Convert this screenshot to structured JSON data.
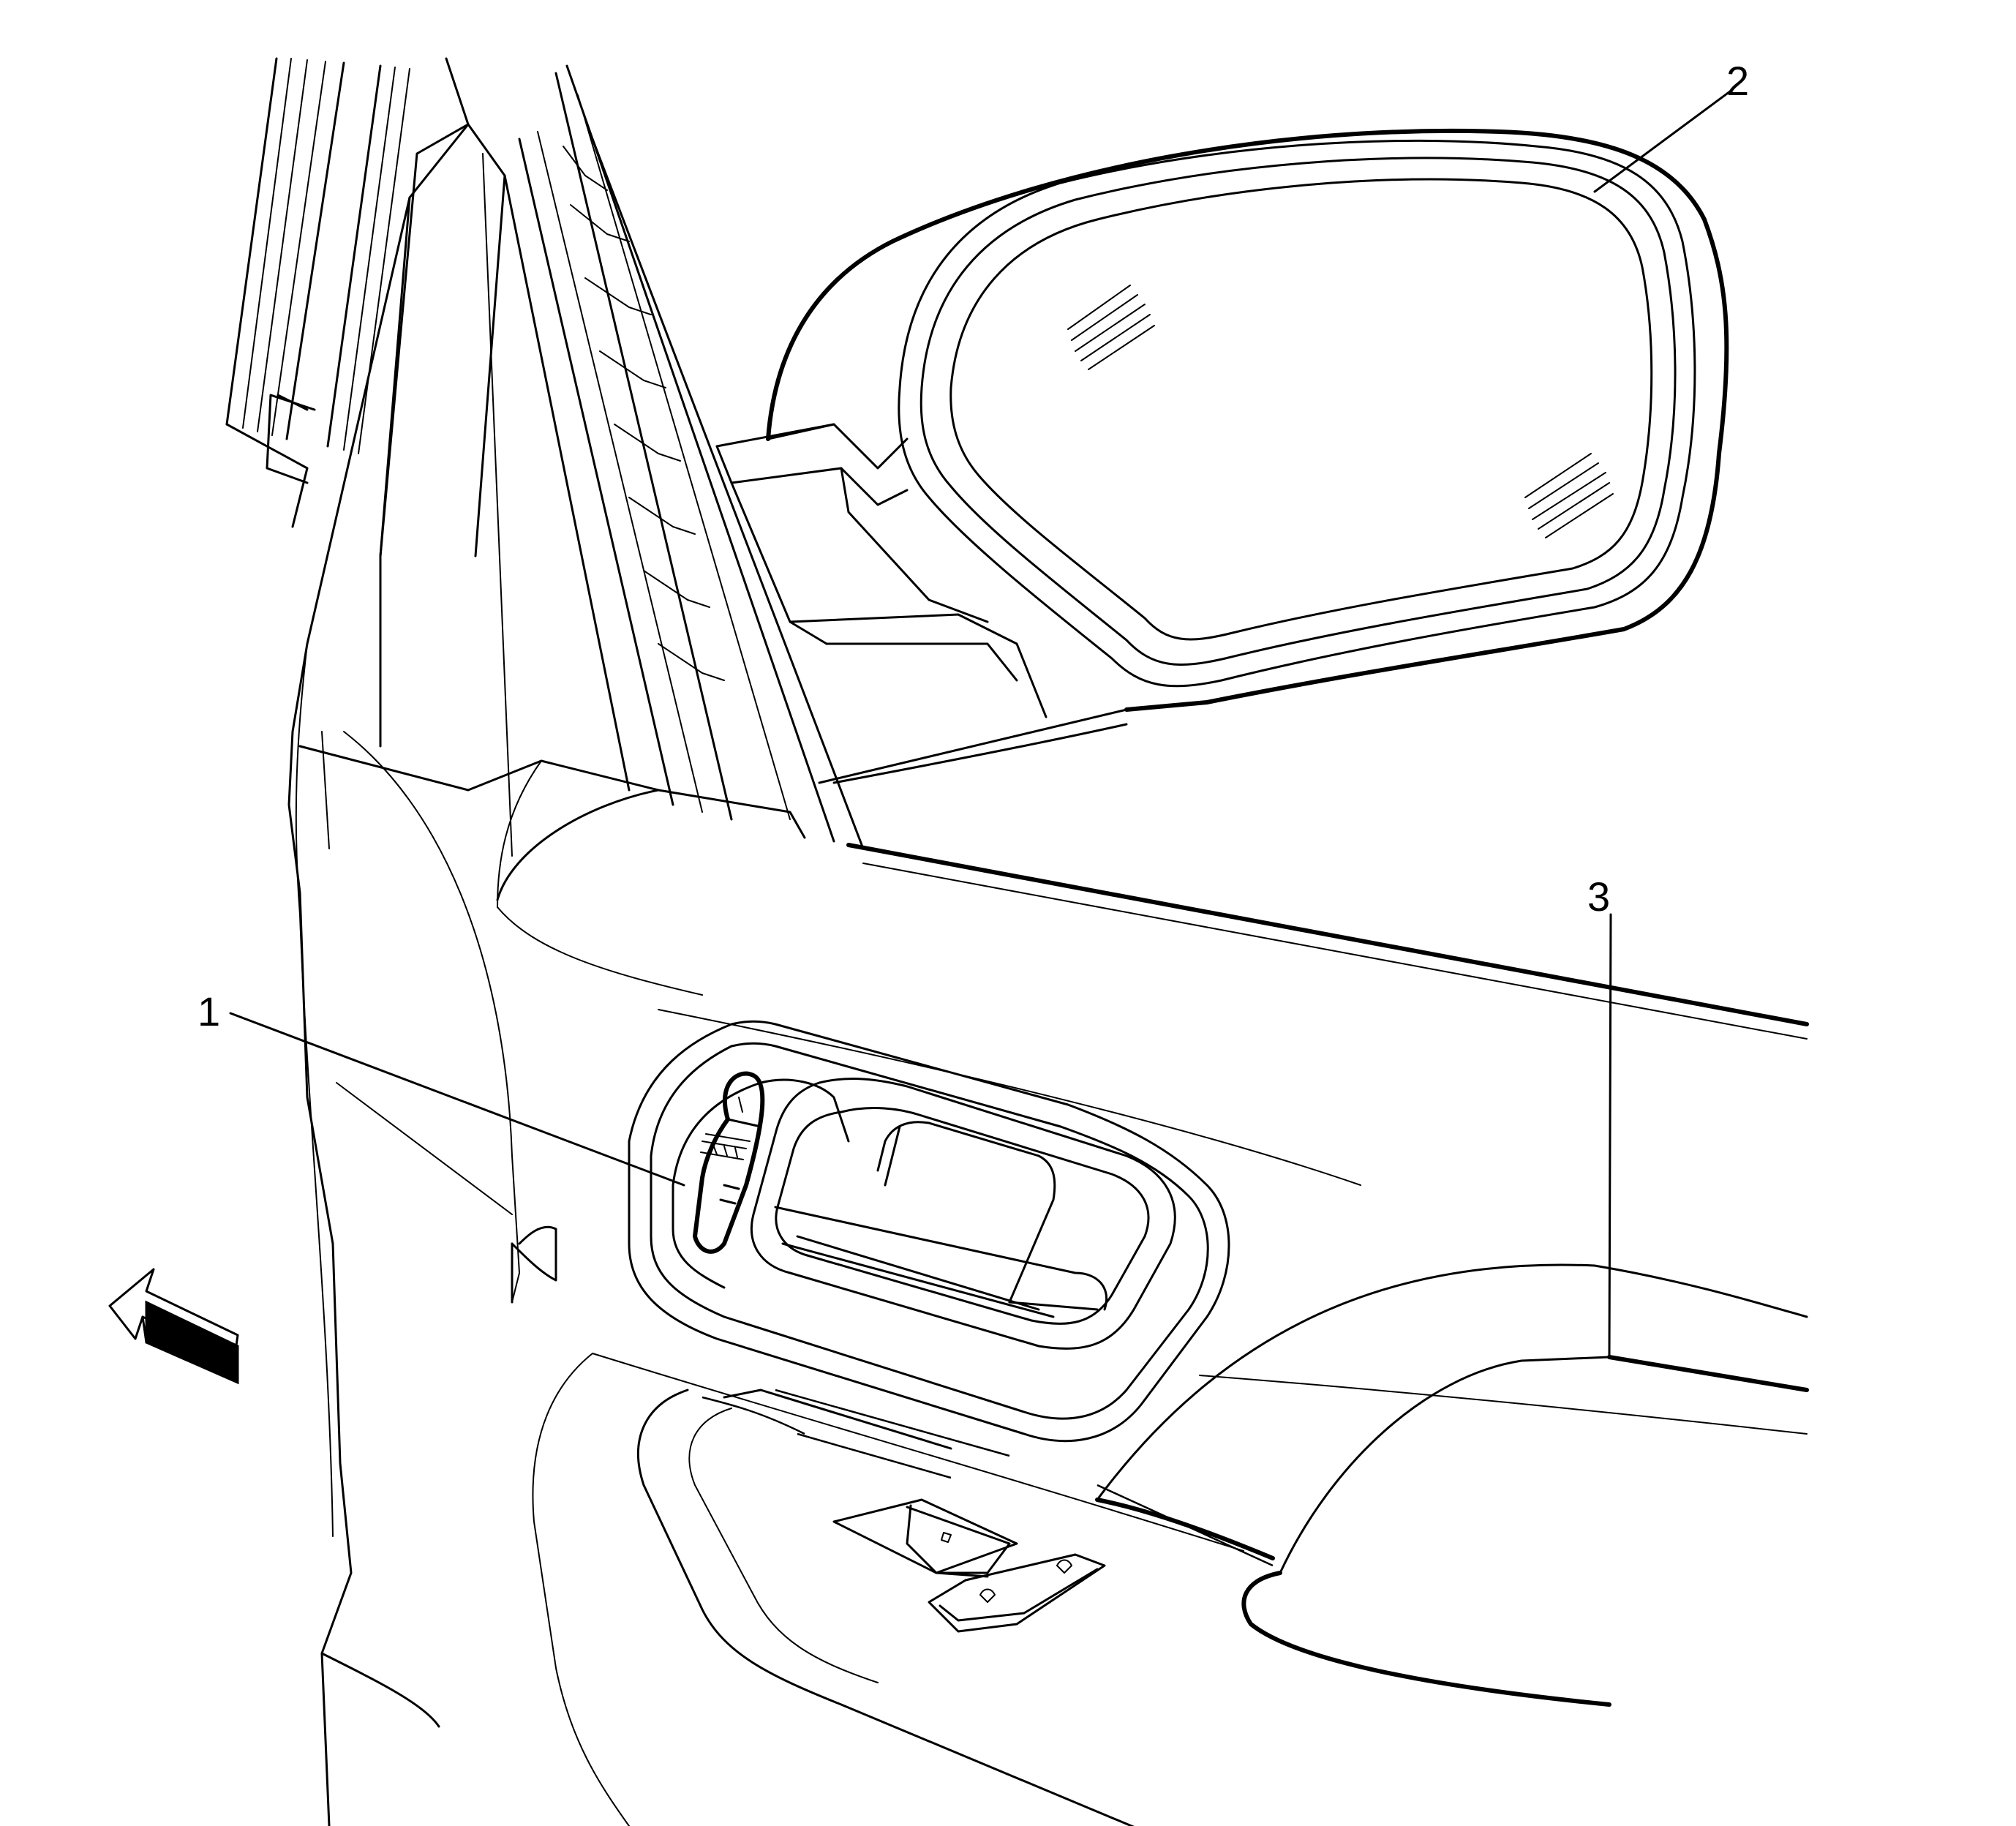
{
  "callouts": [
    {
      "id": "1",
      "label": "1"
    },
    {
      "id": "2",
      "label": "2"
    },
    {
      "id": "3",
      "label": "3"
    }
  ],
  "icons": {
    "direction_arrow": "front-direction-arrow-icon"
  },
  "colors": {
    "line": "#000000",
    "background": "#ffffff"
  }
}
